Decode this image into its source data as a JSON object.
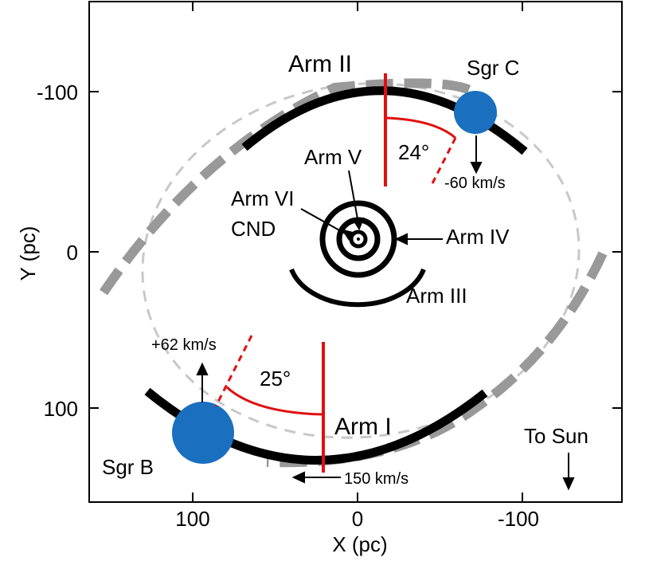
{
  "x_axis": {
    "label": "X (pc)",
    "ticks": [
      {
        "value": 100,
        "label": "100"
      },
      {
        "value": 0,
        "label": "0"
      },
      {
        "value": -100,
        "label": "-100"
      }
    ]
  },
  "y_axis": {
    "label": "Y (pc)",
    "ticks": [
      {
        "value": -100,
        "label": "-100"
      },
      {
        "value": 0,
        "label": "0"
      },
      {
        "value": 100,
        "label": "100"
      }
    ]
  },
  "labels": {
    "arm1": "Arm I",
    "arm2": "Arm II",
    "arm3": "Arm III",
    "arm4": "Arm IV",
    "arm5": "Arm V",
    "arm6": "Arm VI",
    "cnd": "CND",
    "sgr_b": "Sgr B",
    "sgr_c": "Sgr C",
    "angle_top": "24°",
    "angle_bottom": "25°",
    "vel_sgr_c": "-60 km/s",
    "vel_sgr_b": "+62 km/s",
    "vel_arm1": "150 km/s",
    "to_sun": "To Sun"
  },
  "colors": {
    "arm": "#000000",
    "outer_ring": "#999999",
    "ellipse": "#c8c8c8",
    "marker": "#e01010",
    "cloud": "#1a6fbf"
  }
}
